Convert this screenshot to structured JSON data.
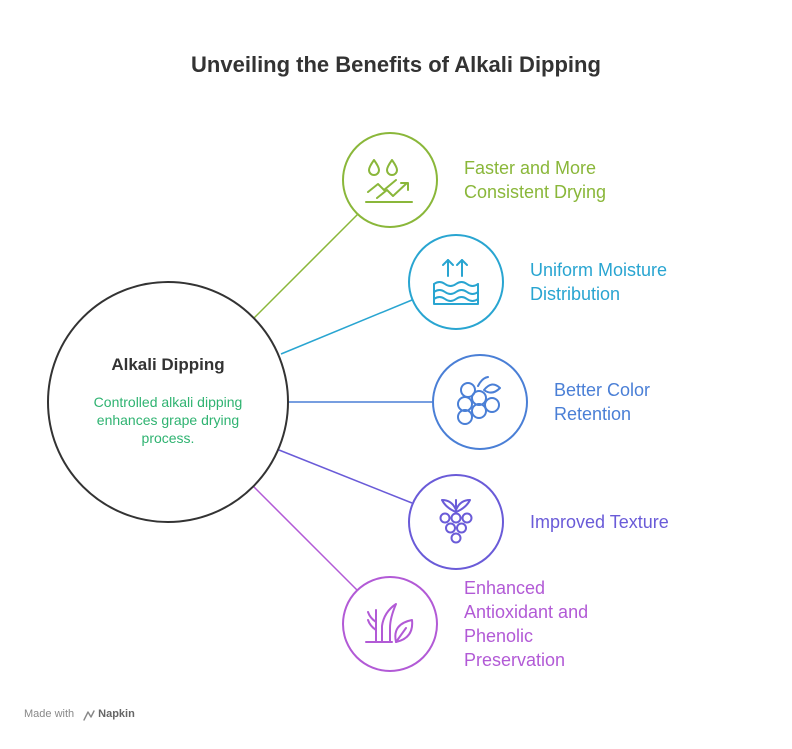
{
  "title": "Unveiling the Benefits of Alkali Dipping",
  "center": {
    "title": "Alkali Dipping",
    "description": "Controlled alkali dipping enhances grape drying process."
  },
  "benefits": [
    {
      "label": "Faster and More Consistent Drying",
      "color": "#8ab73a",
      "icon": "water-drops-trend-icon"
    },
    {
      "label": "Uniform Moisture Distribution",
      "color": "#29a5d1",
      "icon": "water-waves-icon"
    },
    {
      "label": "Better Color Retention",
      "color": "#4a7fd6",
      "icon": "grapes-icon"
    },
    {
      "label": "Improved Texture",
      "color": "#6a5bd8",
      "icon": "grape-bunch-icon"
    },
    {
      "label": "Enhanced Antioxidant and Phenolic Preservation",
      "color": "#b25ad6",
      "icon": "plant-leaf-icon"
    }
  ],
  "footer": {
    "prefix": "Made with",
    "brand": "Napkin"
  }
}
